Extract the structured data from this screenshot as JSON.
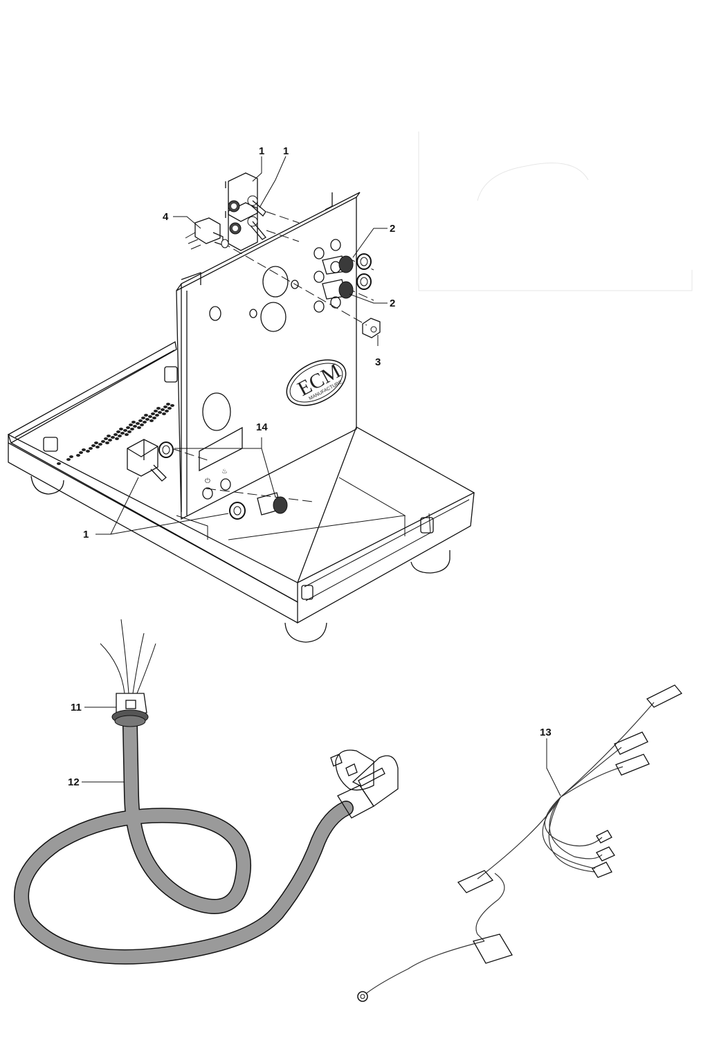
{
  "callouts": {
    "switch_top_left": "1",
    "switch_top_right": "1",
    "microswitch": "4",
    "lamp_upper": "2",
    "lamp_lower": "2",
    "nut": "3",
    "lamp_front": "14",
    "switch_front": "1",
    "cable_gland": "11",
    "power_cord": "12",
    "wire_harness": "13"
  },
  "logo": {
    "brand": "ECM",
    "sub": "MANUFACTURE"
  },
  "colors": {
    "line": "#111111",
    "cord": "#9a9a9a",
    "knob": "#3a3a3a",
    "background": "#ffffff"
  }
}
